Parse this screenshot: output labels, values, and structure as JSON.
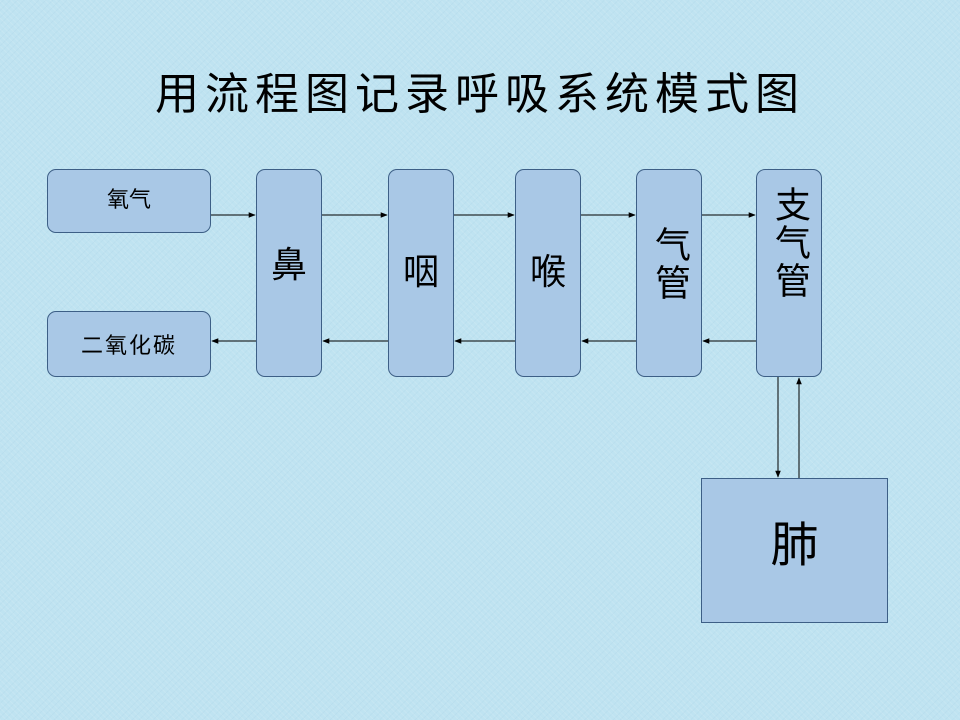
{
  "title": "用流程图记录呼吸系统模式图",
  "nodes": {
    "oxygen": "氧气",
    "co2": "二氧化碳",
    "nose": "鼻",
    "pharynx": "咽",
    "larynx": "喉",
    "trachea": "气管",
    "bronchus": "支气管",
    "lung": "肺"
  },
  "colors": {
    "box_fill": "#a9c8e6",
    "box_border": "#3d5f86",
    "background": "#bfe3f1",
    "arrow": "#000000"
  }
}
